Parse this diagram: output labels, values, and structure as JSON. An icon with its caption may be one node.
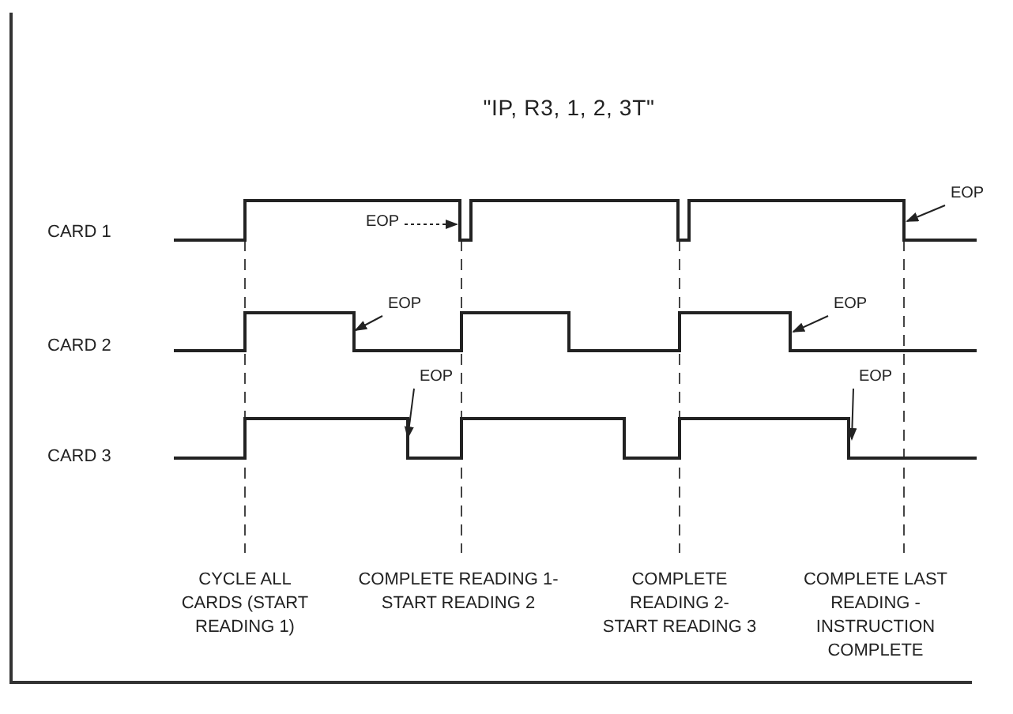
{
  "diagram": {
    "title": "\"IP, R3, 1, 2, 3T\"",
    "nodes": [
      {
        "text": [
          "EOP"
        ]
      },
      {
        "text": [
          "EOP"
        ]
      },
      {
        "text": [
          "EOP"
        ]
      },
      {
        "text": [
          "EOP"
        ]
      },
      {
        "text": [
          "EOP"
        ]
      },
      {
        "text": [
          "EOP"
        ]
      }
    ],
    "edges": [
      {
        "from": 0,
        "to": null,
        "arrow": "to",
        "style": "dashed"
      },
      {
        "from": 1,
        "to": null,
        "arrow": "to"
      },
      {
        "from": 2,
        "to": null,
        "arrow": "to"
      },
      {
        "from": 3,
        "to": null,
        "arrow": "to"
      },
      {
        "from": 4,
        "to": null,
        "arrow": "to"
      },
      {
        "from": 5,
        "to": null,
        "arrow": "to"
      }
    ],
    "labels": [
      "CARD 1",
      "CARD 2",
      "CARD 3",
      "CYCLE ALL CARDS (START READING 1)",
      "COMPLETE READING 1-START READING 2",
      "COMPLETE READING 2- START READING 3",
      "COMPLETE LAST READING - INSTRUCTION COMPLETE"
    ]
  }
}
